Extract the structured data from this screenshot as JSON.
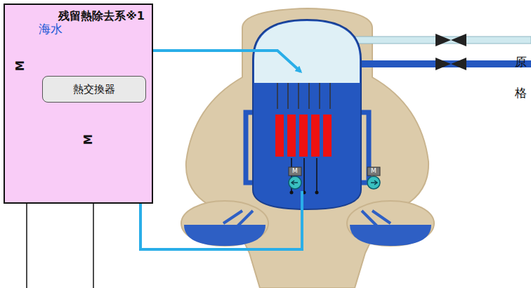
{
  "diagram": {
    "nodes": [
      {
        "text": [
          "残留熱除去系※1"
        ]
      },
      {
        "text": [
          "熱交換器"
        ],
        "in": 0
      }
    ],
    "labels": [
      "海水",
      "M",
      "M",
      "M",
      "M",
      "原",
      "格"
    ]
  }
}
